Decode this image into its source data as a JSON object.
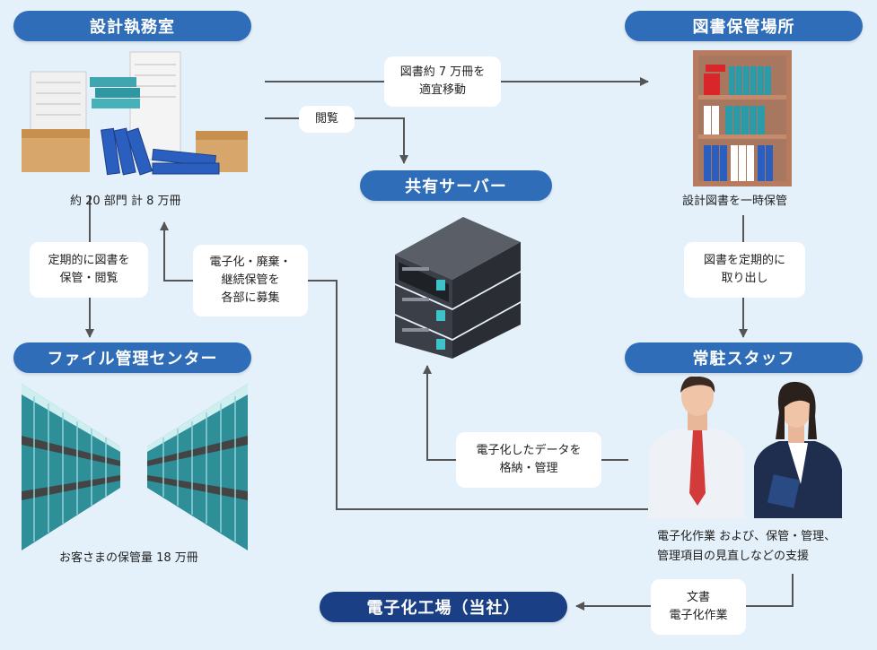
{
  "nodes": {
    "design_office": "設計執務室",
    "library": "図書保管場所",
    "shared_server": "共有サーバー",
    "file_center": "ファイル管理センター",
    "resident_staff": "常駐スタッフ",
    "factory": "電子化工場（当社）"
  },
  "captions": {
    "design_office": "約 20 部門 計 8 万冊",
    "library": "設計図書を一時保管",
    "file_center": "お客さまの保管量 18 万冊",
    "resident_staff": "電子化作業 および、保管・管理、\n管理項目の見直しなどの支援"
  },
  "edge_labels": {
    "move_books": "図書約 7 万冊を\n適宜移動",
    "browse": "閲覧",
    "periodic_store": "定期的に図書を\n保管・閲覧",
    "digitize_dispose": "電子化・廃棄・\n継続保管を\n各部に募集",
    "periodic_take": "図書を定期的に\n取り出し",
    "store_data": "電子化したデータを\n格納・管理",
    "doc_digitize": "文書\n電子化作業"
  },
  "colors": {
    "background": "#e4f1fb",
    "node_fill": "#2f6db8",
    "factory_fill": "#1b3f85",
    "line": "#555555"
  }
}
